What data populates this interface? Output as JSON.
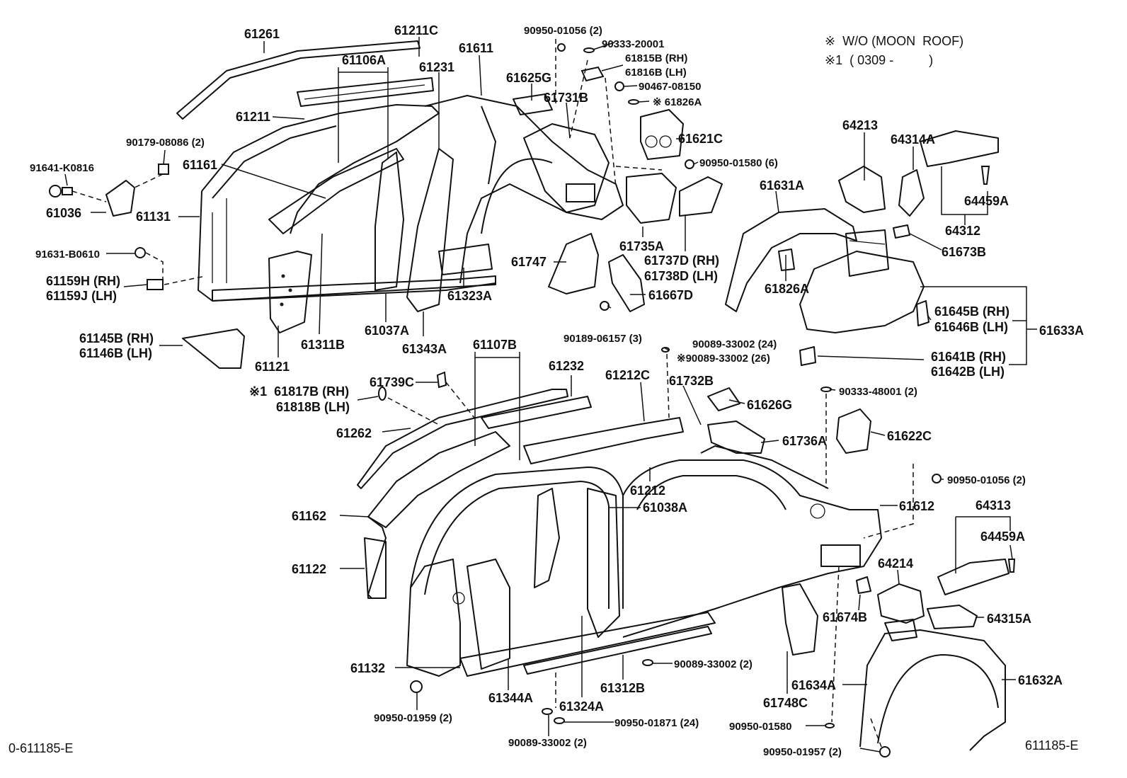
{
  "notes": {
    "moonroof": "※  W/O (MOON  ROOF)",
    "period": "※1  ( 0309 -          )"
  },
  "footer": {
    "left_code": "0-611185-E",
    "right_code": "611185-E"
  },
  "labels": {
    "p61261": "61261",
    "p61211C": "61211C",
    "p61106A": "61106A",
    "p61231": "61231",
    "p61611": "61611",
    "p90950_01056a": "90950-01056 (2)",
    "p90333_20001": "90333-20001",
    "p61815B": "61815B (RH)",
    "p61816B": "61816B (LH)",
    "p90467_08150": "90467-08150",
    "p61625G": "61625G",
    "p61731B": "61731B",
    "p61826A_top": "※ 61826A",
    "p61211": "61211",
    "p90179_08086": "90179-08086 (2)",
    "p61621C": "61621C",
    "p91641_K0816": "91641-K0816",
    "p61161": "61161",
    "p90950_01580a": "90950-01580 (6)",
    "p61036": "61036",
    "p61131": "61131",
    "p64213": "64213",
    "p64314A": "64314A",
    "p64459A_top": "64459A",
    "p61631A": "61631A",
    "p64312": "64312",
    "p61735A": "61735A",
    "p61737D": "61737D (RH)",
    "p61738D": "61738D (LH)",
    "p91631_B0610": "91631-B0610",
    "p61747": "61747",
    "p61673B": "61673B",
    "p61159H": "61159H (RH)",
    "p61159J": "61159J (LH)",
    "p61323A": "61323A",
    "p61826A_mid": "61826A",
    "p61667D": "61667D",
    "p61645B": "61645B (RH)",
    "p61646B": "61646B (LH)",
    "p61633A": "61633A",
    "p61037A": "61037A",
    "p90189_06157": "90189-06157 (3)",
    "p61145B": "61145B (RH)",
    "p61146B": "61146B (LH)",
    "p61311B": "61311B",
    "p61343A": "61343A",
    "p61107B": "61107B",
    "p90089_33002_24": "90089-33002 (24)",
    "p90089_33002_26": "※90089-33002 (26)",
    "p61641B": "61641B (RH)",
    "p61642B": "61642B (LH)",
    "p61121": "61121",
    "p61232": "61232",
    "p61212C": "61212C",
    "p61732B": "61732B",
    "p61739C": "61739C",
    "p61817B": "※1  61817B (RH)",
    "p61818B": "61818B (LH)",
    "p90333_48001": "90333-48001 (2)",
    "p61626G": "61626G",
    "p61262": "61262",
    "p61736A": "61736A",
    "p61622C": "61622C",
    "p61212": "61212",
    "p90950_01056b": "90950-01056 (2)",
    "p61038A": "61038A",
    "p61612": "61612",
    "p64313": "64313",
    "p61162": "61162",
    "p64459A_low": "64459A",
    "p61122": "61122",
    "p64214": "64214",
    "p61674B": "61674B",
    "p64315A": "64315A",
    "p90089_33002_2a": "90089-33002 (2)",
    "p61132": "61132",
    "p61312B": "61312B",
    "p61632A": "61632A",
    "p61634A": "61634A",
    "p61344A": "61344A",
    "p61748C": "61748C",
    "p61324A": "61324A",
    "p90950_01959": "90950-01959 (2)",
    "p90950_01871": "90950-01871 (24)",
    "p90950_01580b": "90950-01580",
    "p90089_33002_2b": "90089-33002 (2)",
    "p90950_01957": "90950-01957 (2)"
  }
}
